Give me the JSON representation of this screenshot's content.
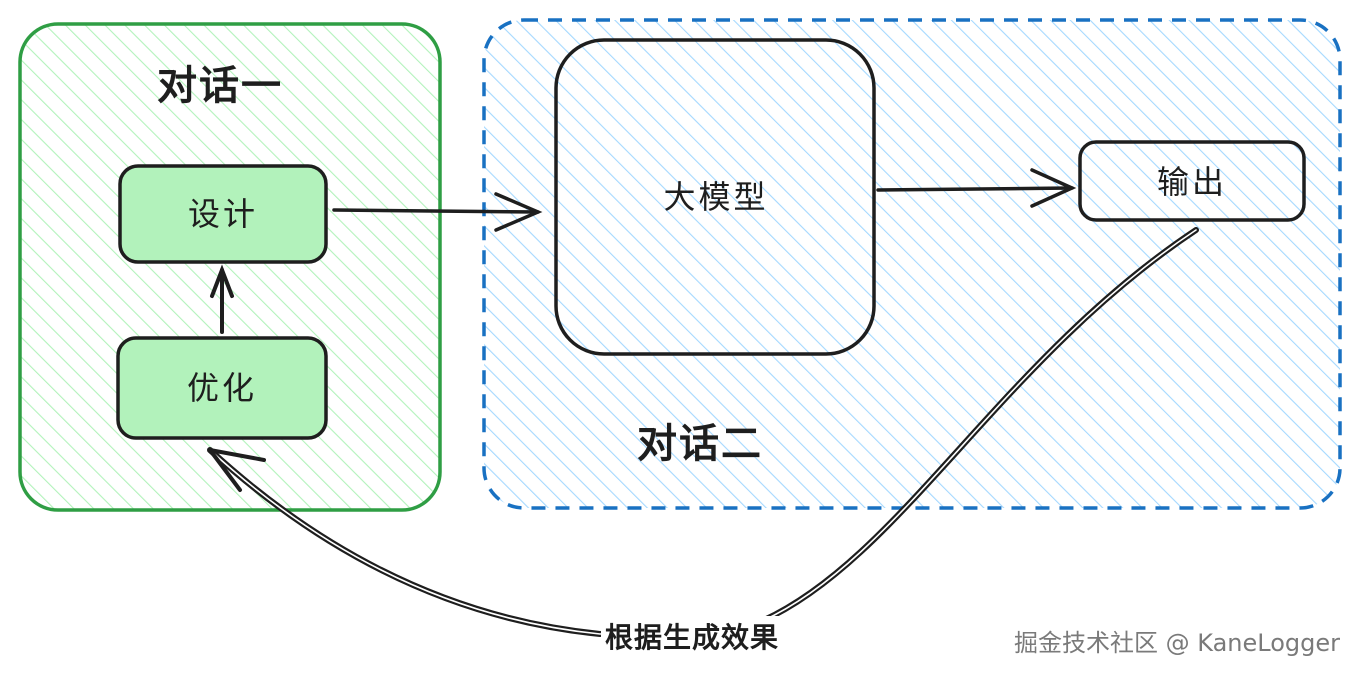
{
  "groups": {
    "conversation_one": {
      "title": "对话一"
    },
    "conversation_two": {
      "title": "对话二"
    }
  },
  "nodes": {
    "design": {
      "label": "设计"
    },
    "optimize": {
      "label": "优化"
    },
    "llm": {
      "label": "大模型"
    },
    "output": {
      "label": "输出"
    }
  },
  "edges": {
    "feedback": {
      "label": "根据生成效果"
    }
  },
  "watermark": {
    "text": "掘金技术社区 @ KaneLogger"
  },
  "colors": {
    "group_one_stroke": "#2f9e44",
    "group_one_hatch": "#b2f2bb",
    "group_two_stroke": "#1971c2",
    "group_two_hatch": "#a5d8ff",
    "node_green_fill": "#b2f2bb",
    "stroke": "#1e1e1e"
  }
}
